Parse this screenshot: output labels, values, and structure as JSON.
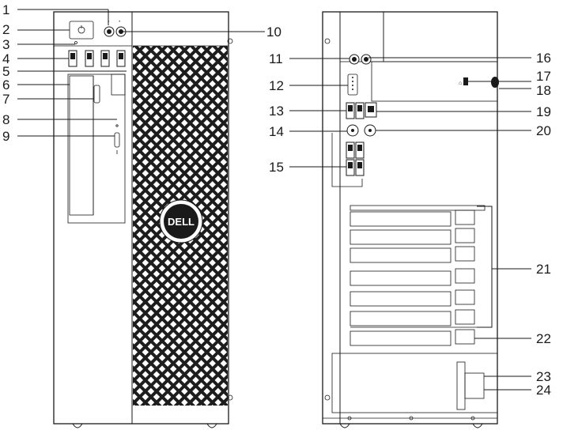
{
  "brand": {
    "logo_text": "DELL"
  },
  "callouts": {
    "front": [
      {
        "num": "1"
      },
      {
        "num": "2"
      },
      {
        "num": "3"
      },
      {
        "num": "4"
      },
      {
        "num": "5"
      },
      {
        "num": "6"
      },
      {
        "num": "7"
      },
      {
        "num": "8"
      },
      {
        "num": "9"
      }
    ],
    "front_right": [
      {
        "num": "10"
      }
    ],
    "back_left": [
      {
        "num": "11"
      },
      {
        "num": "12"
      },
      {
        "num": "13"
      },
      {
        "num": "14"
      },
      {
        "num": "15"
      }
    ],
    "back_right": [
      {
        "num": "16"
      },
      {
        "num": "17"
      },
      {
        "num": "18"
      },
      {
        "num": "19"
      },
      {
        "num": "20"
      },
      {
        "num": "21"
      },
      {
        "num": "22"
      },
      {
        "num": "23"
      },
      {
        "num": "24"
      }
    ]
  }
}
